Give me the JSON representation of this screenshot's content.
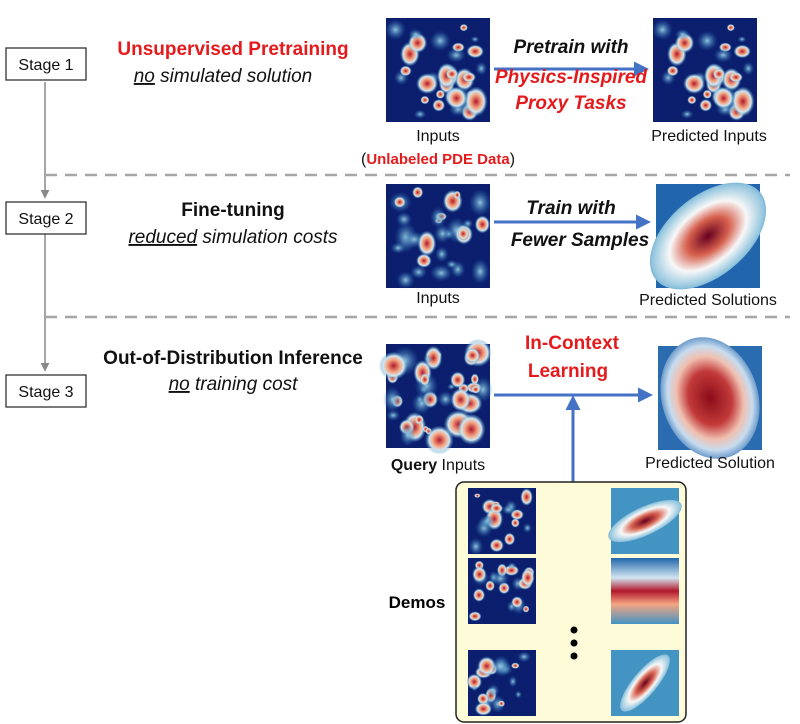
{
  "stages": [
    {
      "label": "Stage 1",
      "title": "Unsupervised Pretraining",
      "subtitle_em": "no",
      "subtitle_rest": " simulated solution",
      "arrow_line1": "Pretrain with",
      "arrow_line2": "Physics-Inspired",
      "arrow_line3": "Proxy Tasks",
      "left_caption": "Inputs",
      "right_caption": "Predicted Inputs",
      "extra_open": "(",
      "extra_red": "Unlabeled PDE Data",
      "extra_close": ")"
    },
    {
      "label": "Stage 2",
      "title": "Fine-tuning",
      "subtitle_em": "reduced",
      "subtitle_rest": " simulation costs",
      "arrow_line1": "Train with",
      "arrow_line2": "Fewer Samples",
      "left_caption": "Inputs",
      "right_caption": "Predicted Solutions"
    },
    {
      "label": "Stage 3",
      "title": "Out-of-Distribution Inference",
      "subtitle_em": "no",
      "subtitle_rest": " training cost",
      "arrow_line1": "In-Context",
      "arrow_line2": "Learning",
      "left_caption_bold": "Query",
      "left_caption_rest": " Inputs",
      "right_caption": "Predicted Solution"
    }
  ],
  "demos_label": "Demos",
  "colors": {
    "accent_red": "#e41a1c",
    "arrow_blue": "#4472c4",
    "panel_fill": "#fdfbd8",
    "heat_dark": "#0b1f6e",
    "heat_red": "#b2182b"
  }
}
